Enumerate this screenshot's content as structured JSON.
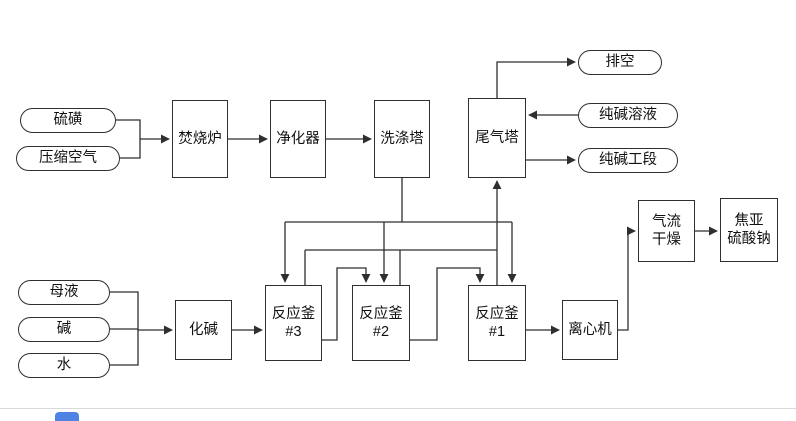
{
  "diagram": {
    "nodes": {
      "sulfur": "硫磺",
      "compressed_air": "压缩空气",
      "incinerator": "焚烧炉",
      "purifier": "净化器",
      "washing_tower": "洗涤塔",
      "tail_gas_tower": "尾气塔",
      "vent": "排空",
      "soda_solution": "纯碱溶液",
      "soda_section": "纯碱工段",
      "mother_liquor": "母液",
      "alkali": "碱",
      "water": "水",
      "alkali_dissolving": "化碱",
      "reactor_3": "反应釜\n#3",
      "reactor_2": "反应釜\n#2",
      "reactor_1": "反应釜\n#1",
      "centrifuge": "离心机",
      "air_drying": "气流\n干燥",
      "product": "焦亚\n硫酸钠"
    },
    "edges": [
      {
        "from": "硫磺",
        "to": "焚烧炉"
      },
      {
        "from": "压缩空气",
        "to": "焚烧炉"
      },
      {
        "from": "焚烧炉",
        "to": "净化器"
      },
      {
        "from": "净化器",
        "to": "洗涤塔"
      },
      {
        "from": "洗涤塔",
        "to": "反应釜#3"
      },
      {
        "from": "洗涤塔",
        "to": "反应釜#2"
      },
      {
        "from": "洗涤塔",
        "to": "反应釜#1"
      },
      {
        "from": "反应釜#3",
        "to": "尾气塔"
      },
      {
        "from": "反应釜#2",
        "to": "尾气塔"
      },
      {
        "from": "反应釜#1",
        "to": "尾气塔"
      },
      {
        "from": "尾气塔",
        "to": "排空"
      },
      {
        "from": "纯碱溶液",
        "to": "尾气塔"
      },
      {
        "from": "尾气塔",
        "to": "纯碱工段"
      },
      {
        "from": "母液",
        "to": "化碱"
      },
      {
        "from": "碱",
        "to": "化碱"
      },
      {
        "from": "水",
        "to": "化碱"
      },
      {
        "from": "化碱",
        "to": "反应釜#3"
      },
      {
        "from": "反应釜#3",
        "to": "反应釜#2"
      },
      {
        "from": "反应釜#2",
        "to": "反应釜#1"
      },
      {
        "from": "反应釜#1",
        "to": "离心机"
      },
      {
        "from": "离心机",
        "to": "气流干燥"
      },
      {
        "from": "气流干燥",
        "to": "焦亚硫酸钠"
      }
    ],
    "colors": {
      "node_border": "#2f2f2f",
      "node_fill": "#ffffff",
      "edge": "#2f2f2f",
      "bottom_chip": "#4f83e3"
    }
  }
}
